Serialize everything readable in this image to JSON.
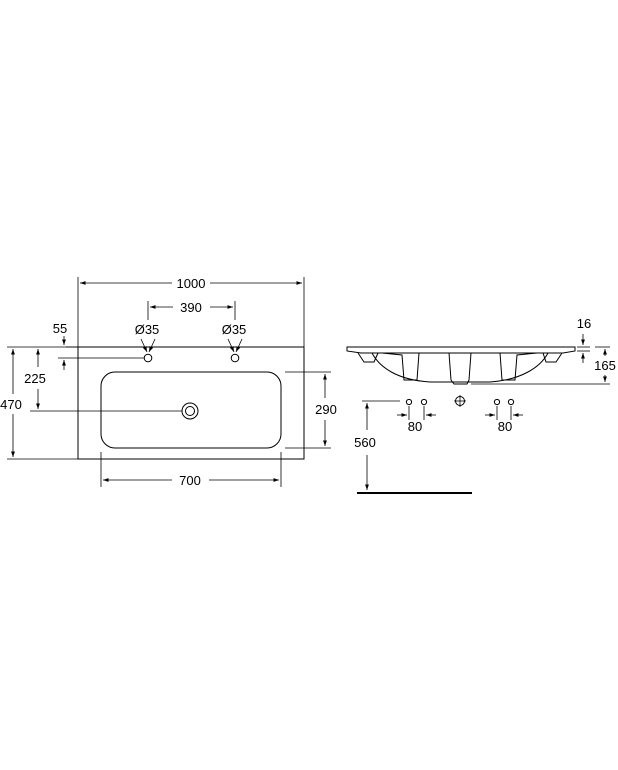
{
  "dimensions": {
    "overall_width": "1000",
    "tap_spacing": "390",
    "tap_hole_left": "Ø35",
    "tap_hole_right": "Ø35",
    "tap_offset": "55",
    "drain_offset": "225",
    "overall_depth": "470",
    "bowl_depth": "290",
    "bowl_width": "700",
    "rim_thickness": "16",
    "basin_height": "165",
    "pipe_spacing_left": "80",
    "pipe_spacing_right": "80",
    "mount_height": "560"
  }
}
